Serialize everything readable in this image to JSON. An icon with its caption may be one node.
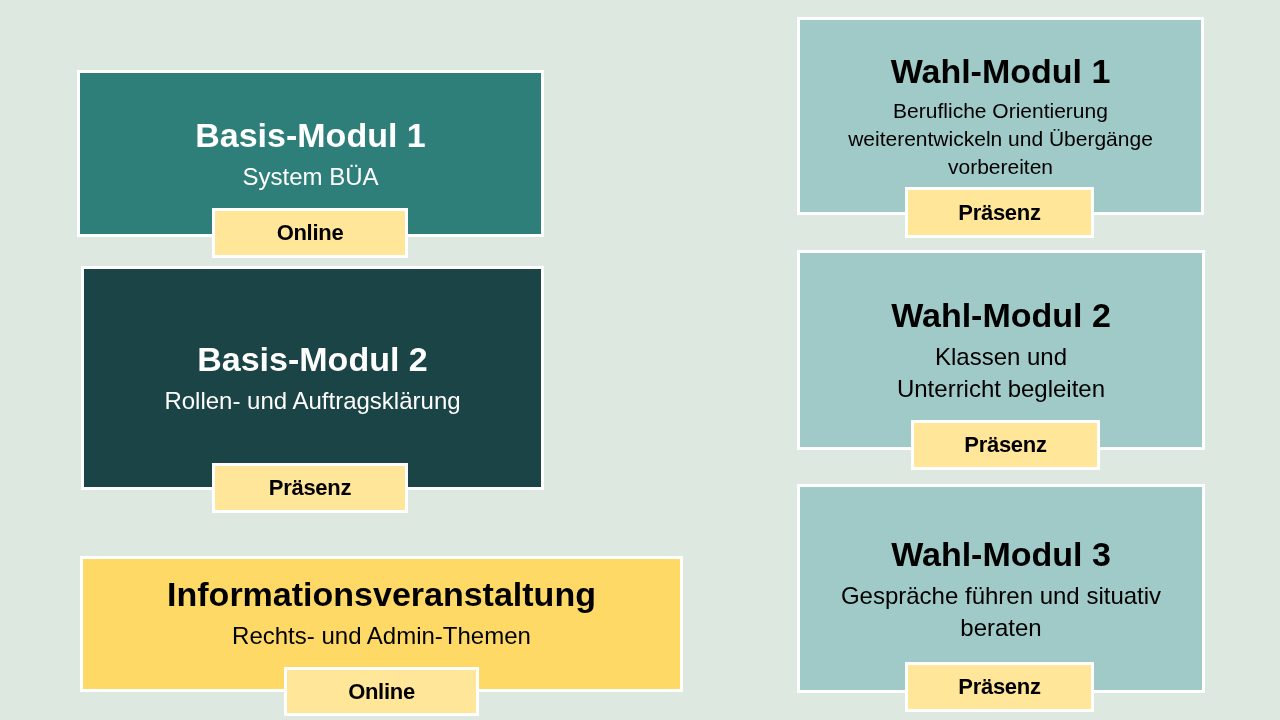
{
  "diagram": {
    "nodes": [
      {
        "text": [
          "Basis-Modul 1",
          "System BÜA"
        ]
      },
      {
        "text": [
          "Online"
        ]
      },
      {
        "text": [
          "Basis-Modul 2",
          "Rollen- und Auftragsklärung"
        ]
      },
      {
        "text": [
          "Präsenz"
        ]
      },
      {
        "text": [
          "Informationsveranstaltung",
          "Rechts- und Admin-Themen"
        ]
      },
      {
        "text": [
          "Online"
        ]
      },
      {
        "text": [
          "Wahl-Modul 1",
          "Berufliche Orientierung weiterentwickeln und Übergänge vorbereiten"
        ]
      },
      {
        "text": [
          "Präsenz"
        ]
      },
      {
        "text": [
          "Wahl-Modul 2",
          "Klassen und Unterricht begleiten"
        ]
      },
      {
        "text": [
          "Präsenz"
        ]
      },
      {
        "text": [
          "Wahl-Modul 3",
          "Gespräche führen und situativ beraten"
        ]
      },
      {
        "text": [
          "Präsenz"
        ]
      }
    ]
  }
}
